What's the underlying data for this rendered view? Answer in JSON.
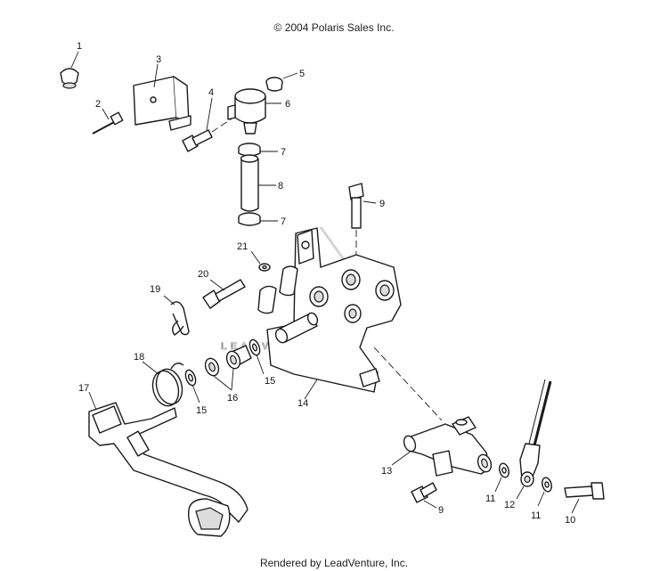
{
  "copyright": "© 2004 Polaris Sales Inc.",
  "footer": "Rendered by LeadVenture, Inc.",
  "watermark": "LEADVENTURE",
  "callouts": [
    "1",
    "2",
    "3",
    "4",
    "5",
    "6",
    "7",
    "8",
    "7",
    "9",
    "21",
    "20",
    "19",
    "18",
    "17",
    "16",
    "15",
    "15",
    "14",
    "13",
    "9",
    "11",
    "12",
    "11",
    "10"
  ]
}
